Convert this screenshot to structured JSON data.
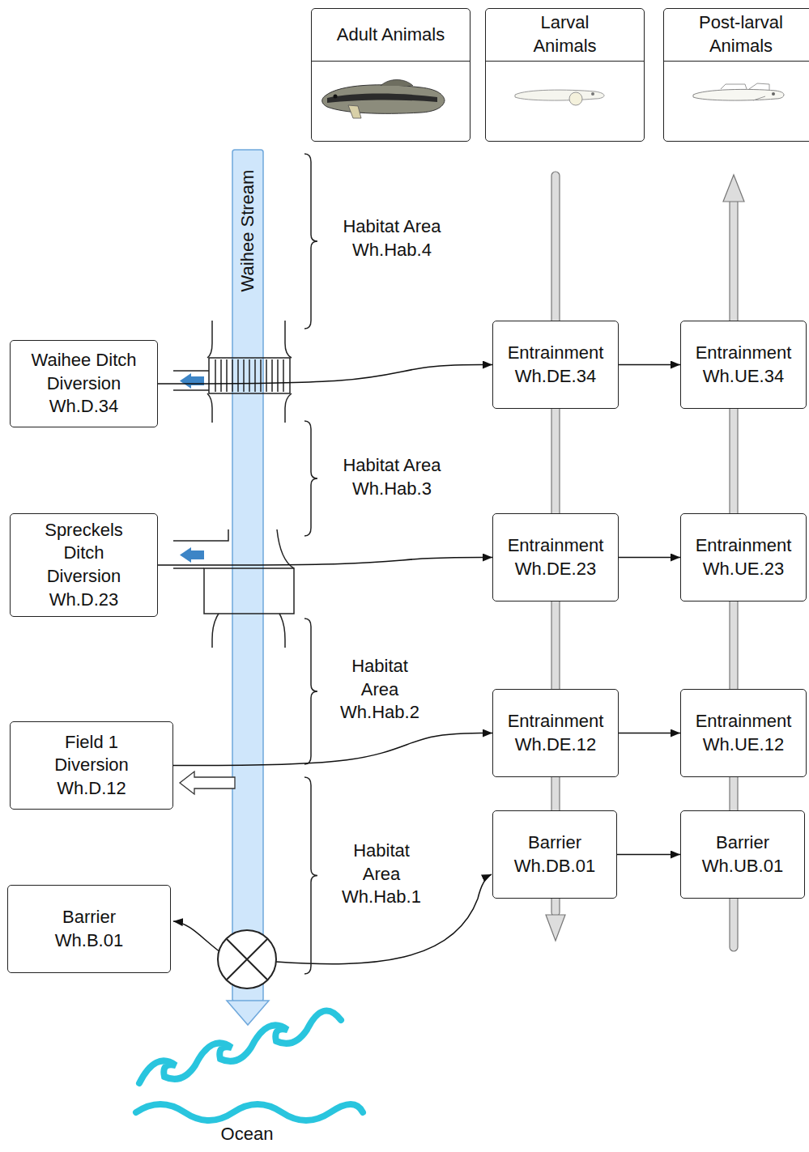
{
  "diagram": {
    "nodes": [
      {
        "text": [
          "Adult Animals"
        ]
      },
      {
        "text": [
          "Larval Animals"
        ]
      },
      {
        "text": [
          "Post-larval Animals"
        ]
      },
      {
        "text": [
          "Waihee Ditch Diversion Wh.D.34"
        ]
      },
      {
        "text": [
          "Entrainment Wh.DE.34"
        ]
      },
      {
        "text": [
          "Entrainment Wh.UE.34"
        ]
      },
      {
        "text": [
          "Spreckels Ditch Diversion Wh.D.23"
        ]
      },
      {
        "text": [
          "Entrainment Wh.DE.23"
        ]
      },
      {
        "text": [
          "Entrainment Wh.UE.23"
        ]
      },
      {
        "text": [
          "Field 1 Diversion Wh.D.12"
        ]
      },
      {
        "text": [
          "Entrainment Wh.DE.12"
        ]
      },
      {
        "text": [
          "Entrainment Wh.UE.12"
        ]
      },
      {
        "text": [
          "Barrier Wh.DB.01"
        ]
      },
      {
        "text": [
          "Barrier Wh.UB.01"
        ]
      },
      {
        "text": [
          "Barrier Wh.B.01"
        ]
      }
    ],
    "edges": [
      {
        "from": 3,
        "to": 4,
        "arrow": "to"
      },
      {
        "from": 4,
        "to": 5,
        "arrow": "to"
      },
      {
        "from": 6,
        "to": 7,
        "arrow": "to"
      },
      {
        "from": 7,
        "to": 8,
        "arrow": "to"
      },
      {
        "from": 9,
        "to": 10,
        "arrow": "to"
      },
      {
        "from": 10,
        "to": 11,
        "arrow": "to"
      },
      {
        "from": 12,
        "to": 13,
        "arrow": "to"
      }
    ],
    "labels": [
      "Waihee Stream",
      "Habitat Area Wh.Hab.4",
      "Habitat Area Wh.Hab.3",
      "Habitat Area Wh.Hab.2",
      "Habitat Area Wh.Hab.1",
      "Ocean"
    ]
  }
}
